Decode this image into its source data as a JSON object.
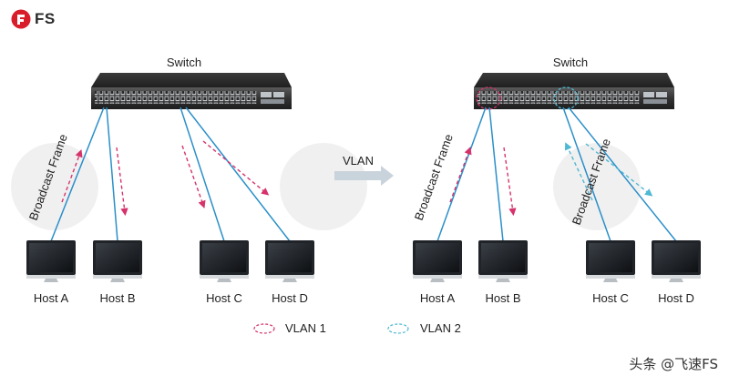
{
  "brand": {
    "logo_text": "FS",
    "watermark": "头条 @飞速FS"
  },
  "colors": {
    "link": "#2b8fc9",
    "vlan1": "#d6336c",
    "vlan2": "#4fb8d3",
    "arrow_gray": "#c9d3dc",
    "logo_red": "#d81e2a"
  },
  "transition_label": "VLAN",
  "left_diagram": {
    "switch_label": "Switch",
    "flow_label": "Broadcast Frame",
    "hosts": [
      "Host A",
      "Host B",
      "Host C",
      "Host D"
    ]
  },
  "right_diagram": {
    "switch_label": "Switch",
    "flow_label_1": "Broadcast Frame",
    "flow_label_2": "Broadcast Frame",
    "hosts": [
      "Host A",
      "Host B",
      "Host C",
      "Host D"
    ]
  },
  "legend": [
    {
      "label": "VLAN 1",
      "color": "#d6336c"
    },
    {
      "label": "VLAN 2",
      "color": "#4fb8d3"
    }
  ]
}
